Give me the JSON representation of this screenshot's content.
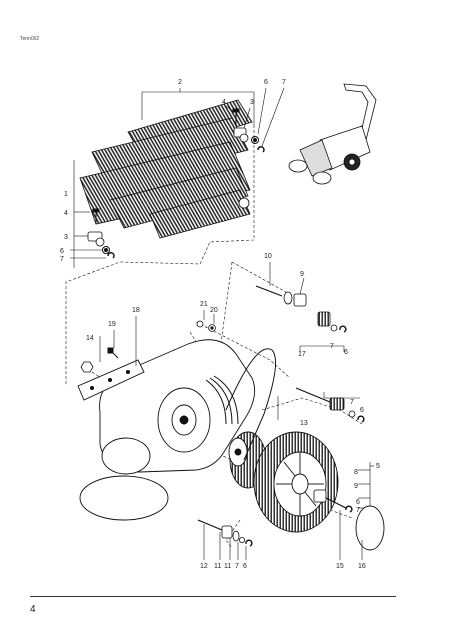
{
  "header": {
    "ref_code": "Tenn002"
  },
  "footer": {
    "page_number": "4"
  },
  "callouts": {
    "c2": "2",
    "c4a": "4",
    "c3a": "3",
    "c6a": "6",
    "c7a": "7",
    "c1": "1",
    "c4b": "4",
    "c3b": "3",
    "c6b": "6",
    "c7b": "7",
    "c10": "10",
    "c9": "9",
    "c21": "21",
    "c20": "20",
    "c18": "18",
    "c14": "14",
    "c19": "19",
    "c17": "17",
    "c7c": "7",
    "c6c": "6",
    "c13": "13",
    "c7d": "7",
    "c6d": "6",
    "c5": "5",
    "c8": "8",
    "c9b": "9",
    "c6e": "6",
    "c7e": "7",
    "c12": "12",
    "c11a": "11",
    "c11b": "11",
    "c7f": "7",
    "c6f": "6",
    "c15": "15",
    "c16": "16"
  }
}
